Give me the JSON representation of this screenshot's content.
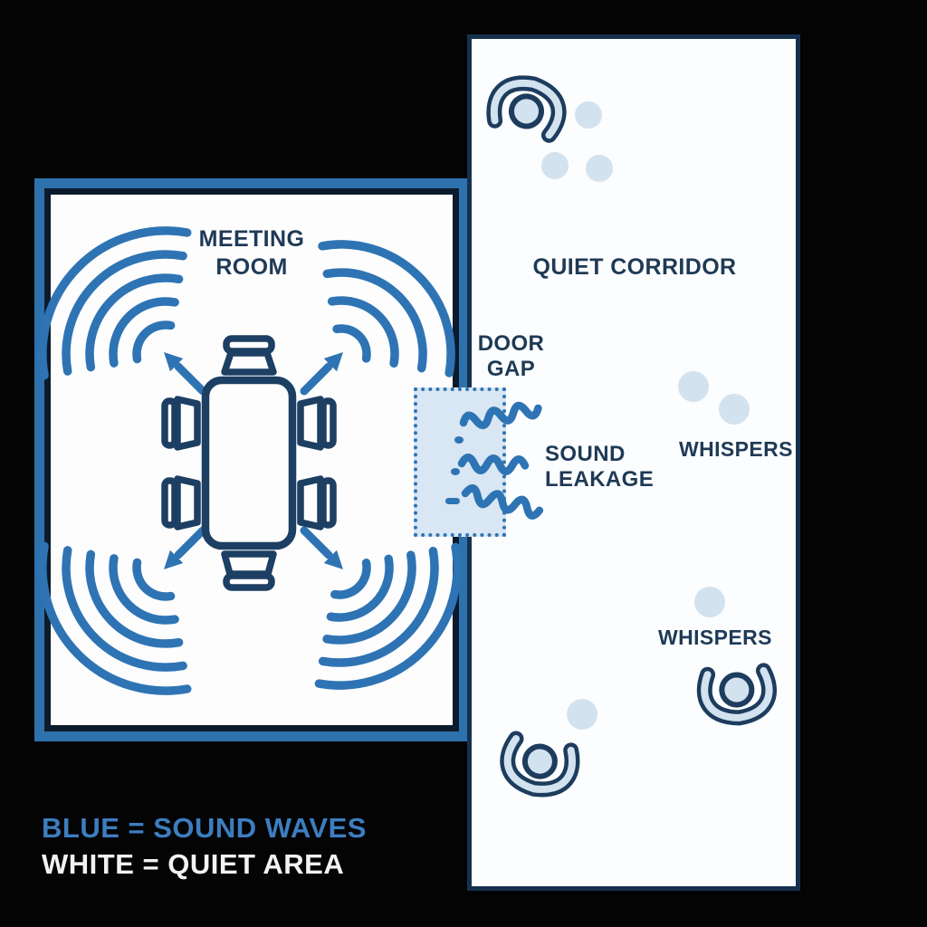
{
  "colors": {
    "background": "#040404",
    "wave_blue": "#2e74b4",
    "room_border_blue": "#2d72ad",
    "dark_navy": "#0c1b2c",
    "corridor_border": "#16314e",
    "icon_outline": "#1c3f63",
    "light_blue_fill": "#d3e2ef",
    "door_gap_fill": "#d9e6f3",
    "text_dark": "#1e3a56",
    "legend_blue": "#3d7dc0",
    "legend_white": "#f2f2f2",
    "room_white": "#fdfdfd"
  },
  "meeting_room": {
    "label": "MEETING\nROOM"
  },
  "corridor": {
    "label": "QUIET CORRIDOR"
  },
  "door_gap": {
    "label": "DOOR\nGAP"
  },
  "sound_leakage": {
    "label": "SOUND\nLEAKAGE"
  },
  "whispers": {
    "label_1": "WHISPERS",
    "label_2": "WHISPERS"
  },
  "legend": {
    "blue_line": "BLUE = SOUND WAVES",
    "white_line": "WHITE = QUIET AREA"
  },
  "icons": {
    "sound_wave": "wifi-style concentric arcs, one set per room corner",
    "direction_arrow": "short diagonal arrow pointing from table toward corner",
    "conference_table": "rounded rectangle table seen from above",
    "chair": "trapezoid chair with back bar, 6 around table",
    "person": "person-top-view, light blue fill with navy outline, 3 in corridor",
    "crowd_dot": "light blue circle, 7 scattered in corridor",
    "leakage_wave": "blue squiggle lines passing through door gap",
    "door_gap_zone": "light blue rectangle with blue dotted border over the wall"
  }
}
